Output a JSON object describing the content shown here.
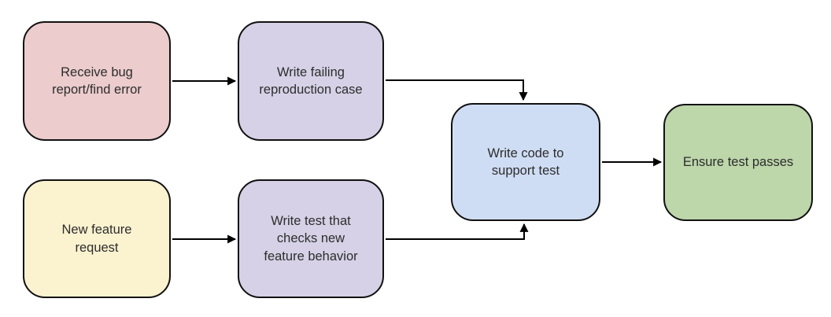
{
  "diagram": {
    "background_color": "#ffffff",
    "stroke_color": "#111111",
    "text_color": "#2d2d2d",
    "nodes": [
      {
        "id": "receive-bug-report",
        "label": "Receive bug\nreport/find error",
        "fill": "#eccccd"
      },
      {
        "id": "write-failing-repro-case",
        "label": "Write failing\nreproduction case",
        "fill": "#d6d1e6"
      },
      {
        "id": "new-feature-request",
        "label": "New feature\nrequest",
        "fill": "#fbf2d0"
      },
      {
        "id": "write-test-new-feature",
        "label": "Write test that\nchecks new\nfeature behavior",
        "fill": "#d6d1e6"
      },
      {
        "id": "write-code-support-test",
        "label": "Write code to\nsupport test",
        "fill": "#cfddf4"
      },
      {
        "id": "ensure-test-passes",
        "label": "Ensure test passes",
        "fill": "#bdd6aa"
      }
    ],
    "edges": [
      {
        "from": "receive-bug-report",
        "to": "write-failing-repro-case"
      },
      {
        "from": "write-failing-repro-case",
        "to": "write-code-support-test"
      },
      {
        "from": "new-feature-request",
        "to": "write-test-new-feature"
      },
      {
        "from": "write-test-new-feature",
        "to": "write-code-support-test"
      },
      {
        "from": "write-code-support-test",
        "to": "ensure-test-passes"
      }
    ]
  }
}
